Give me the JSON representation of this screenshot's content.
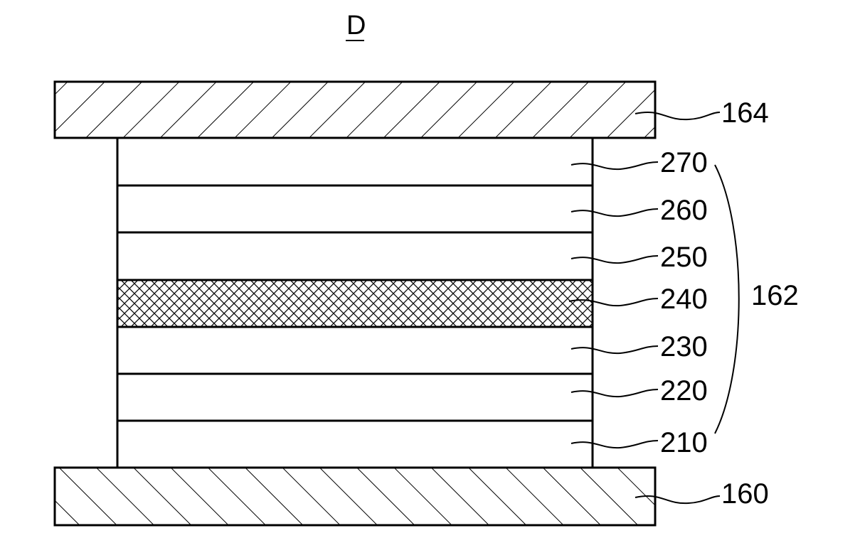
{
  "figure": {
    "title": "D",
    "electrodes": {
      "top": {
        "label": "164",
        "pattern": "hatch-backslash"
      },
      "bottom": {
        "label": "160",
        "pattern": "hatch-slash"
      }
    },
    "stack": {
      "label": "162",
      "layers": [
        {
          "label": "270",
          "pattern": "none"
        },
        {
          "label": "260",
          "pattern": "none"
        },
        {
          "label": "250",
          "pattern": "none"
        },
        {
          "label": "240",
          "pattern": "crosshatch"
        },
        {
          "label": "230",
          "pattern": "none"
        },
        {
          "label": "220",
          "pattern": "none"
        },
        {
          "label": "210",
          "pattern": "none"
        }
      ]
    }
  }
}
